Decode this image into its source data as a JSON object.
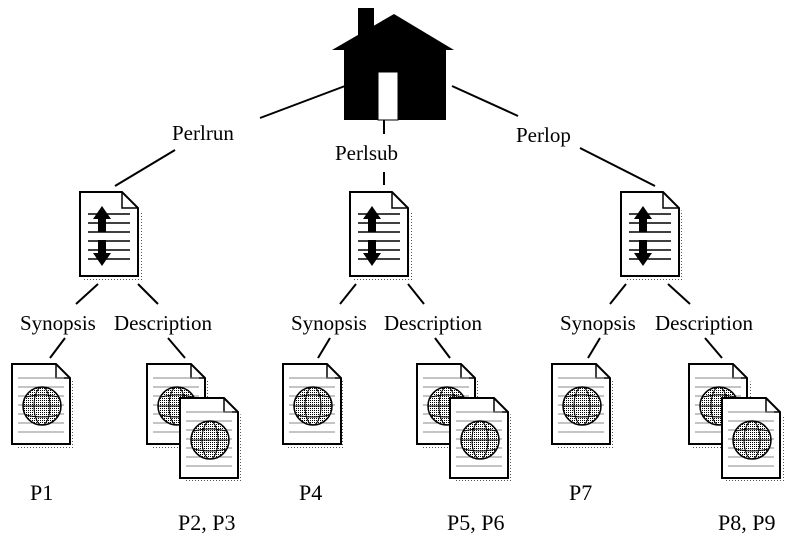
{
  "root": {
    "icon": "house-icon"
  },
  "branches": [
    {
      "label": "Perlrun",
      "doc_icon": "document-arrows-icon",
      "sections": [
        {
          "label": "Synopsis",
          "pages": [
            "P1"
          ],
          "page_label": "P1",
          "page_icon": "page-globe-icon"
        },
        {
          "label": "Description",
          "pages": [
            "P2",
            "P3"
          ],
          "page_label": "P2, P3",
          "page_icon": "page-globe-icon"
        }
      ]
    },
    {
      "label": "Perlsub",
      "doc_icon": "document-arrows-icon",
      "sections": [
        {
          "label": "Synopsis",
          "pages": [
            "P4"
          ],
          "page_label": "P4",
          "page_icon": "page-globe-icon"
        },
        {
          "label": "Description",
          "pages": [
            "P5",
            "P6"
          ],
          "page_label": "P5, P6",
          "page_icon": "page-globe-icon"
        }
      ]
    },
    {
      "label": "Perlop",
      "doc_icon": "document-arrows-icon",
      "sections": [
        {
          "label": "Synopsis",
          "pages": [
            "P7"
          ],
          "page_label": "P7",
          "page_icon": "page-globe-icon"
        },
        {
          "label": "Description",
          "pages": [
            "P8",
            "P9"
          ],
          "page_label": "P8, P9",
          "page_icon": "page-globe-icon"
        }
      ]
    }
  ]
}
